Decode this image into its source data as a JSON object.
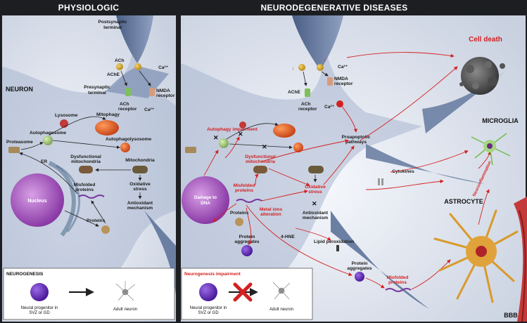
{
  "headers": {
    "left": "PHYSIOLOGIC",
    "right": "NEURODEGENERATIVE DISEASES"
  },
  "left": {
    "neuron": "NEURON",
    "postsynaptic_1": "Postsynaptic",
    "postsynaptic_2": "terminal",
    "presynaptic_1": "Presynaptic",
    "presynaptic_2": "terminal",
    "ache": "AChE",
    "ach": "ACh",
    "ach_receptor_1": "ACh",
    "ach_receptor_2": "receptor",
    "nmda_1": "NMDA",
    "nmda_2": "receptor",
    "ca_top": "Ca²⁺",
    "ca_bottom": "Ca²⁺",
    "lysosome": "Lysosome",
    "mitophagy": "Mitophagy",
    "autophagosome": "Autophagosome",
    "autophagolysosome": "Autophagolysosome",
    "proteasome": "Proteasome",
    "dys_mito_1": "Dysfunctional",
    "dys_mito_2": "mitochondria",
    "mitochondria": "Mitochondria",
    "er": "ER",
    "nucleus": "Nucleus",
    "misfolded_1": "Misfolded",
    "misfolded_2": "proteins",
    "oxidative_1": "Oxidative",
    "oxidative_2": "stress",
    "antioxidant_1": "Antioxidant",
    "antioxidant_2": "mechanism",
    "proteins": "Proteins",
    "neurogenesis": "NEUROGENESIS",
    "progenitor_1": "Neural progenitor in",
    "progenitor_2": "SVZ or GD",
    "adult_neuron": "Adult neuron"
  },
  "right": {
    "ache": "AChE",
    "ach_receptor_1": "ACh",
    "ach_receptor_2": "receptor",
    "nmda_1": "NMDA",
    "nmda_2": "receptor",
    "ca_top": "Ca²⁺",
    "ca_mid": "Ca²⁺",
    "autophagy_impairment": "Autophagy impairment",
    "proapoptotic_1": "Proapoptotic",
    "proapoptotic_2": "pathways",
    "dys_mito_1": "Dysfunctional",
    "dys_mito_2": "mitochondria",
    "misfolded_1": "Misfolded",
    "misfolded_2": "proteins",
    "damage_dna_1": "Damage to",
    "damage_dna_2": "DNA",
    "proteins": "Proteins",
    "metal_1": "Metal ions",
    "metal_2": "alteration",
    "oxidative_1": "Oxidative",
    "oxidative_2": "stress",
    "antioxidant_1": "Antioxidant",
    "antioxidant_2": "mechanism",
    "cytokines": "Cytokines",
    "protein_agg_1": "Protein",
    "protein_agg_2": "aggregates",
    "hne": "4-HNE",
    "lipid_perox": "Lipid peroxidation",
    "protein_agg2_1": "Protein",
    "protein_agg2_2": "aggregates",
    "misfolded2_1": "Misfolded",
    "misfolded2_2": "proteins",
    "neurogenesis_impairment": "Neurogenesis impairment",
    "progenitor_1": "Neural progenitor in",
    "progenitor_2": "SVZ or GD",
    "adult_neuron": "Adult neuron",
    "cell_death": "Cell death",
    "microglia": "MICROGLIA",
    "neuroinflammation": "Neuroinflammation",
    "astrocyte": "ASTROCYTE",
    "bbb": "BBB"
  },
  "colors": {
    "accent_red": "#d42020",
    "header_bg": "#1c1e22",
    "panel_bg": "#eef1f7",
    "neuron_blue": "#6b7fa3"
  }
}
